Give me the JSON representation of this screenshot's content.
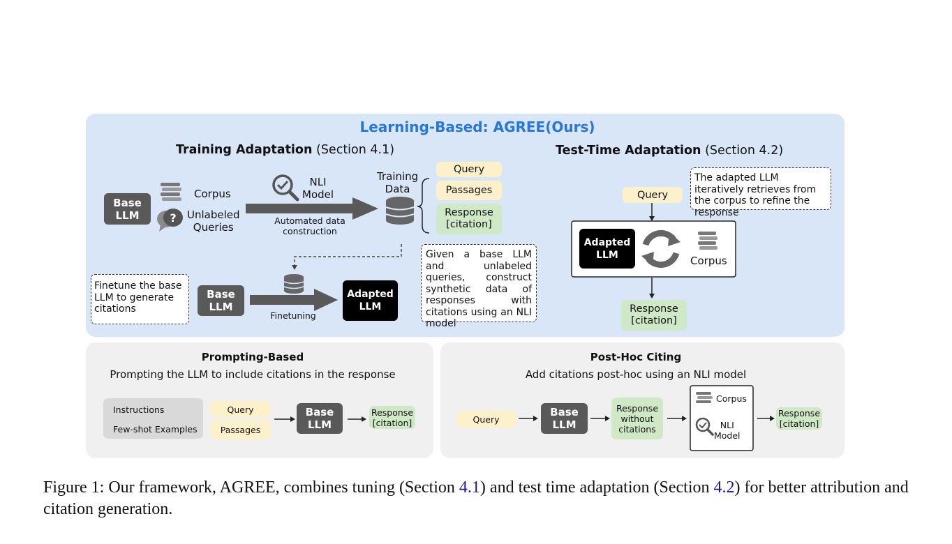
{
  "title": "Learning-Based: AGREE(Ours)",
  "training": {
    "heading": "Training Adaptation",
    "section": "(Section 4.1)",
    "base_llm": "Base\nLLM",
    "corpus": "Corpus",
    "unlabeled_queries": "Unlabeled\nQueries",
    "nli_model": "NLI\nModel",
    "automated": "Automated data\nconstruction",
    "training_data": "Training\nData",
    "query": "Query",
    "passages": "Passages",
    "response": "Response\n[citation]",
    "note_right": "Given a base LLM and unlabeled queries, construct synthetic data of responses with citations using an NLI model",
    "note_left": "Finetune the base LLM to generate citations",
    "base_llm_2": "Base\nLLM",
    "finetuning": "Finetuning",
    "adapted_llm": "Adapted\nLLM"
  },
  "testtime": {
    "heading": "Test-Time Adaptation",
    "section": "(Section 4.2)",
    "note": "The adapted LLM iteratively retrieves from the corpus to refine the response",
    "query": "Query",
    "adapted_llm": "Adapted\nLLM",
    "corpus": "Corpus",
    "response": "Response\n[citation]"
  },
  "prompting": {
    "heading": "Prompting-Based",
    "desc": "Prompting the LLM to include citations in the response",
    "instructions": "Instructions",
    "fewshot": "Few-shot Examples",
    "query": "Query",
    "passages": "Passages",
    "base_llm": "Base\nLLM",
    "response": "Response\n[citation]"
  },
  "posthoc": {
    "heading": "Post-Hoc Citing",
    "desc": "Add citations post-hoc using an NLI model",
    "query": "Query",
    "base_llm": "Base\nLLM",
    "response_wo": "Response\nwithout\ncitations",
    "corpus": "Corpus",
    "nli_model": "NLI\nModel",
    "response": "Response\n[citation]"
  },
  "caption": {
    "p1": "Figure 1: Our framework, A",
    "p2": "GREE",
    "p3": ", combines tuning (Section ",
    "ref1": "4.1",
    "p4": ") and test time adaptation (Section ",
    "ref2": "4.2",
    "p5": ") for better attribution and citation generation."
  },
  "colors": {
    "panel_blue": "#d8e6f8",
    "title_blue": "#2777d8",
    "llm_grey": "#595959",
    "query_yellow": "#fdf1cc",
    "response_green": "#cfe8c6"
  }
}
